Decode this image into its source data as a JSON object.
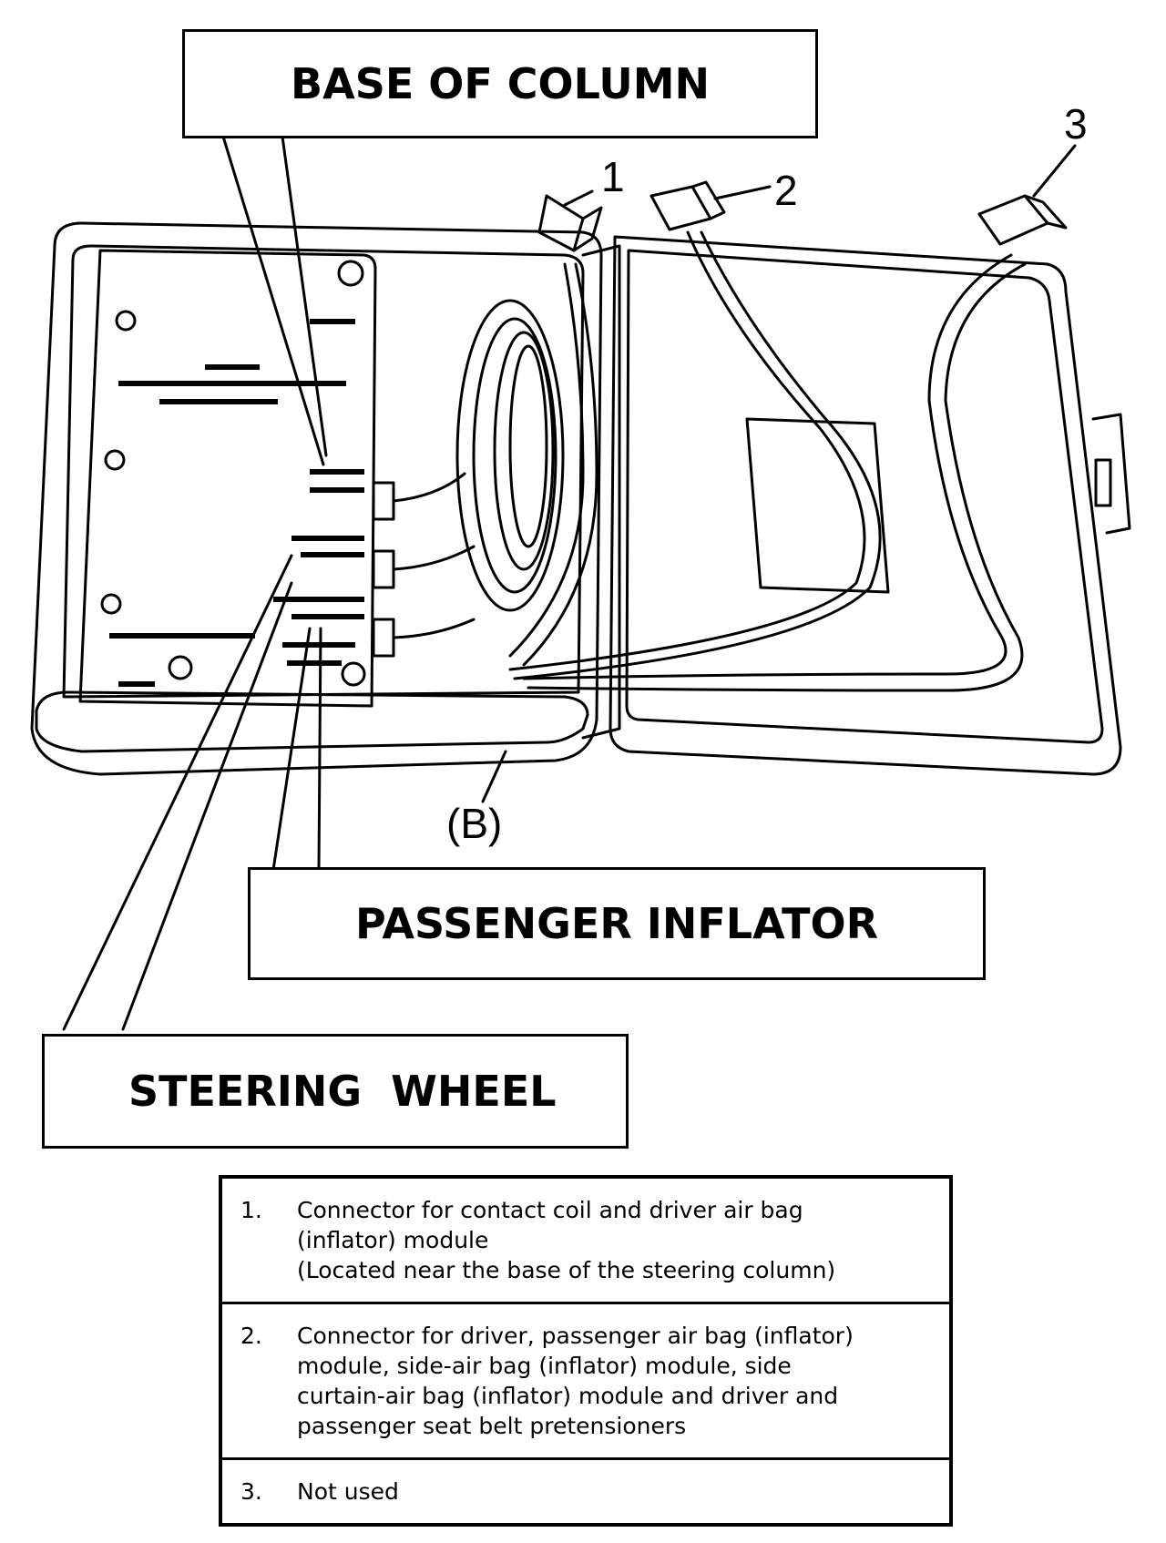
{
  "callouts": {
    "base_of_column": "BASE OF COLUMN",
    "passenger_inflator": "PASSENGER INFLATOR",
    "steering_wheel": "STEERING  WHEEL"
  },
  "connector_labels": {
    "c1": "1",
    "c2": "2",
    "c3": "3",
    "b": "(B)"
  },
  "legend": [
    {
      "num": "1.",
      "lines": [
        "Connector for contact coil and driver air bag",
        "(inflator) module",
        "(Located near the base of the steering column)"
      ]
    },
    {
      "num": "2.",
      "lines": [
        "Connector for driver, passenger air bag (inflator)",
        "module, side-air bag (inflator) module, side",
        "curtain-air bag (inflator) module and driver and",
        "passenger seat belt pretensioners"
      ]
    },
    {
      "num": "3.",
      "lines": [
        "Not used"
      ]
    }
  ]
}
